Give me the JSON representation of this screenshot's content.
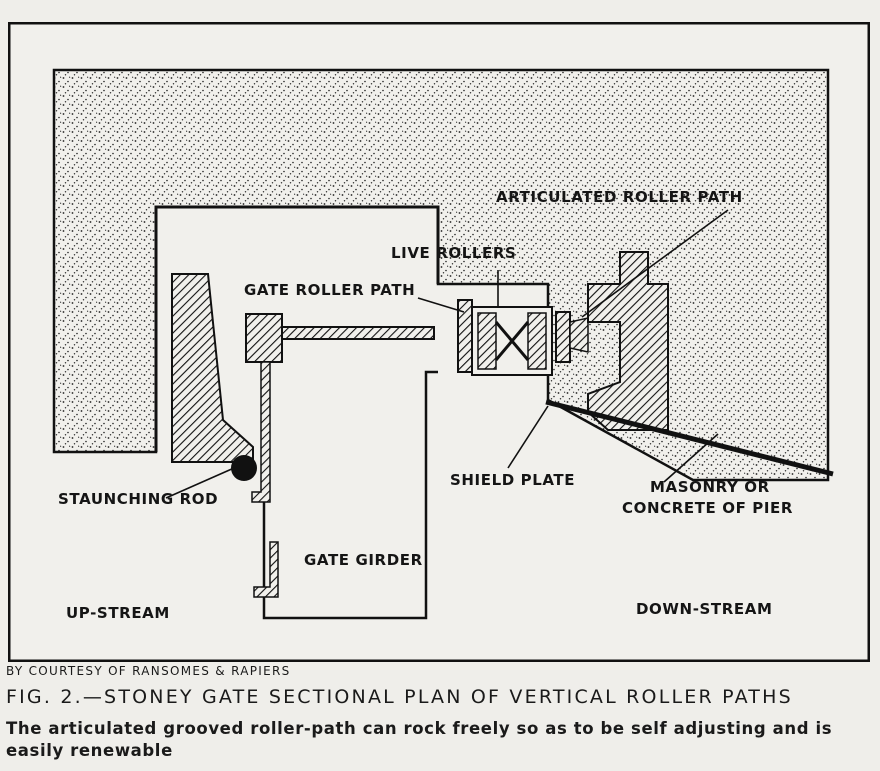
{
  "diagram": {
    "labels": {
      "articulated_roller_path": "ARTICULATED ROLLER PATH",
      "live_rollers": "LIVE ROLLERS",
      "gate_roller_path": "GATE ROLLER PATH",
      "shield_plate": "SHIELD PLATE",
      "staunching_rod": "STAUNCHING ROD",
      "masonry_line1": "MASONRY OR",
      "masonry_line2": "CONCRETE OF PIER",
      "gate_girder": "GATE GIRDER",
      "up_stream": "UP-STREAM",
      "down_stream": "DOWN-STREAM"
    }
  },
  "credit": "BY COURTESY OF RANSOMES & RAPIERS",
  "caption": {
    "title": "FIG. 2.—STONEY GATE SECTIONAL PLAN OF VERTICAL ROLLER PATHS",
    "text": "The articulated grooved roller-path can rock freely so as to be self adjusting and is easily renewable"
  }
}
